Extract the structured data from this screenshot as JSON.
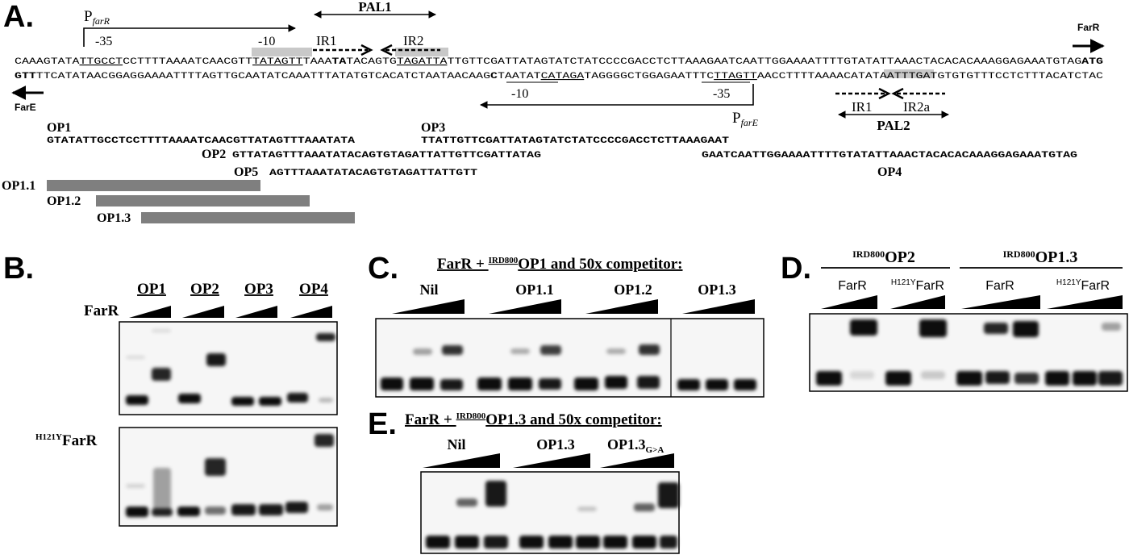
{
  "panels": {
    "A": "A.",
    "B": "B.",
    "C": "C.",
    "D": "D.",
    "E": "E."
  },
  "panelA": {
    "promoter_farR": {
      "P": "P",
      "sub": "farR"
    },
    "promoter_farE": {
      "P": "P",
      "sub": "farE"
    },
    "pal1": "PAL1",
    "pal2": "PAL2",
    "m35_top": "-35",
    "m10_top": "-10",
    "m10_bot": "-10",
    "m35_bot": "-35",
    "ir1_top": "IR1",
    "ir2_top": "IR2",
    "ir1_bot": "IR1",
    "ir2a_bot": "IR2a",
    "gene_farR": "FarR",
    "gene_farE": "FarE",
    "top_strand": {
      "p1": "CAAAGTATA",
      "p2": "TTGCCT",
      "p3": "CCTTTTAAAATCAACGTT",
      "p4": "TATAGTT",
      "p5": "TAAA",
      "p6": "TA",
      "p7": "TACAGTG",
      "p8": "TAGATTA",
      "p9": "TTGTTCGATTATAGTATCTATCCCCGACCTCTTAAAGAATCAATTGGAAAATTTTGTATATTAAACTACACACAAAGGAGAAATGTAG",
      "p10": "ATG"
    },
    "bottom_strand": {
      "p1": "GTT",
      "p2": "TTCATATAACGGAGGAAAATTTTAGTTGCAATATCAAATTTATATGTCACATCTAATAACAAG",
      "p3": "C",
      "p4": "TAATAT",
      "p5": "CATAGA",
      "p6": "TAGGGGCTGGAGAATTTC",
      "p7": "TTAGTT",
      "p8": "AACCTTTTAAAACATATA",
      "p9": "ATTTGAT",
      "p10": "GTGTGTTTCCTCTTTACATCTAC"
    },
    "oligos": [
      {
        "label": "OP1",
        "seq": "GTATATTGCCTCCTTTTAAAATCAACGTTATAGTTTAAATATA"
      },
      {
        "label": "OP2",
        "seq": "GTTATAGTTTAAATATACAGTGTAGATTATTGTTCGATTATAG"
      },
      {
        "label": "OP5",
        "seq": "AGTTTAAATATACAGTGTAGATTATTGTT"
      },
      {
        "label": "OP3",
        "seq": "TTATTGTTCGATTATAGTATCTATCCCCGACCTCTTAAAGAAT"
      },
      {
        "label": "OP4",
        "seq": "GAATCAATTGGAAAATTTTGTATATTAAACTACACACAAAGGAGAAATGTAG"
      }
    ],
    "fragments": [
      "OP1.1",
      "OP1.2",
      "OP1.3"
    ]
  },
  "panelB": {
    "lanes": [
      "OP1",
      "OP2",
      "OP3",
      "OP4"
    ],
    "protein_top": "FarR",
    "protein_bot": {
      "sup": "H121Y",
      "name": "FarR"
    }
  },
  "panelC": {
    "title": {
      "pre": "FarR + ",
      "sup": "IRD800",
      "post": "OP1 and 50x competitor:"
    },
    "groups": [
      "Nil",
      "OP1.1",
      "OP1.2",
      "OP1.3"
    ]
  },
  "panelD": {
    "probe1": {
      "sup": "IRD800",
      "name": "OP2"
    },
    "probe2": {
      "sup": "IRD800",
      "name": "OP1.3"
    },
    "lanes": [
      {
        "sup": "",
        "name": "FarR"
      },
      {
        "sup": "H121Y",
        "name": "FarR"
      },
      {
        "sup": "",
        "name": "FarR"
      },
      {
        "sup": "H121Y",
        "name": "FarR"
      }
    ]
  },
  "panelE": {
    "title": {
      "pre": "FarR + ",
      "sup": "IRD800",
      "post": "OP1.3 and 50x competitor:"
    },
    "groups": [
      {
        "name": "Nil",
        "sub": ""
      },
      {
        "name": "OP1.3",
        "sub": ""
      },
      {
        "name": "OP1.3",
        "sub": "G>A"
      }
    ]
  },
  "colors": {
    "ink": "#000000",
    "highlight": "#c8c8c8",
    "fragment_bar": "#7f7f7f",
    "gel_bg": "#f6f6f6"
  }
}
